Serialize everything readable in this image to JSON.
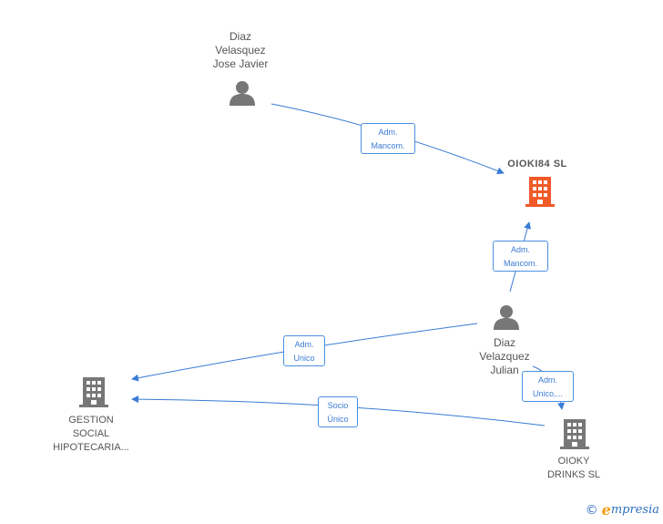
{
  "colors": {
    "edge": "#3a7bd5",
    "person": "#777777",
    "company": "#777777",
    "focus_company": "#f05a28"
  },
  "nodes": {
    "diaz_jose": {
      "label": "Diaz\nVelasquez\nJose Javier",
      "icon": "person-icon"
    },
    "oioki84": {
      "label": "OIOKI84  SL",
      "icon": "building-icon"
    },
    "diaz_julian": {
      "label": "Diaz\nVelazquez\nJulian",
      "icon": "person-icon"
    },
    "gestion": {
      "label": "GESTION\nSOCIAL\nHIPOTECARIA...",
      "icon": "building-icon"
    },
    "oioky": {
      "label": "OIOKY\nDRINKS  SL",
      "icon": "building-icon"
    }
  },
  "edges": {
    "jose_to_oioki84": "Adm.\nMancom.",
    "julian_to_oioki84": "Adm.\nMancom.",
    "julian_to_gestion": "Adm.\nUnico",
    "julian_to_oioky": "Adm.\nUnico,...",
    "oioky_to_gestion": "Socio\nÚnico"
  },
  "brand": {
    "copyright": "©",
    "name": "mpresia",
    "initial": "e"
  }
}
